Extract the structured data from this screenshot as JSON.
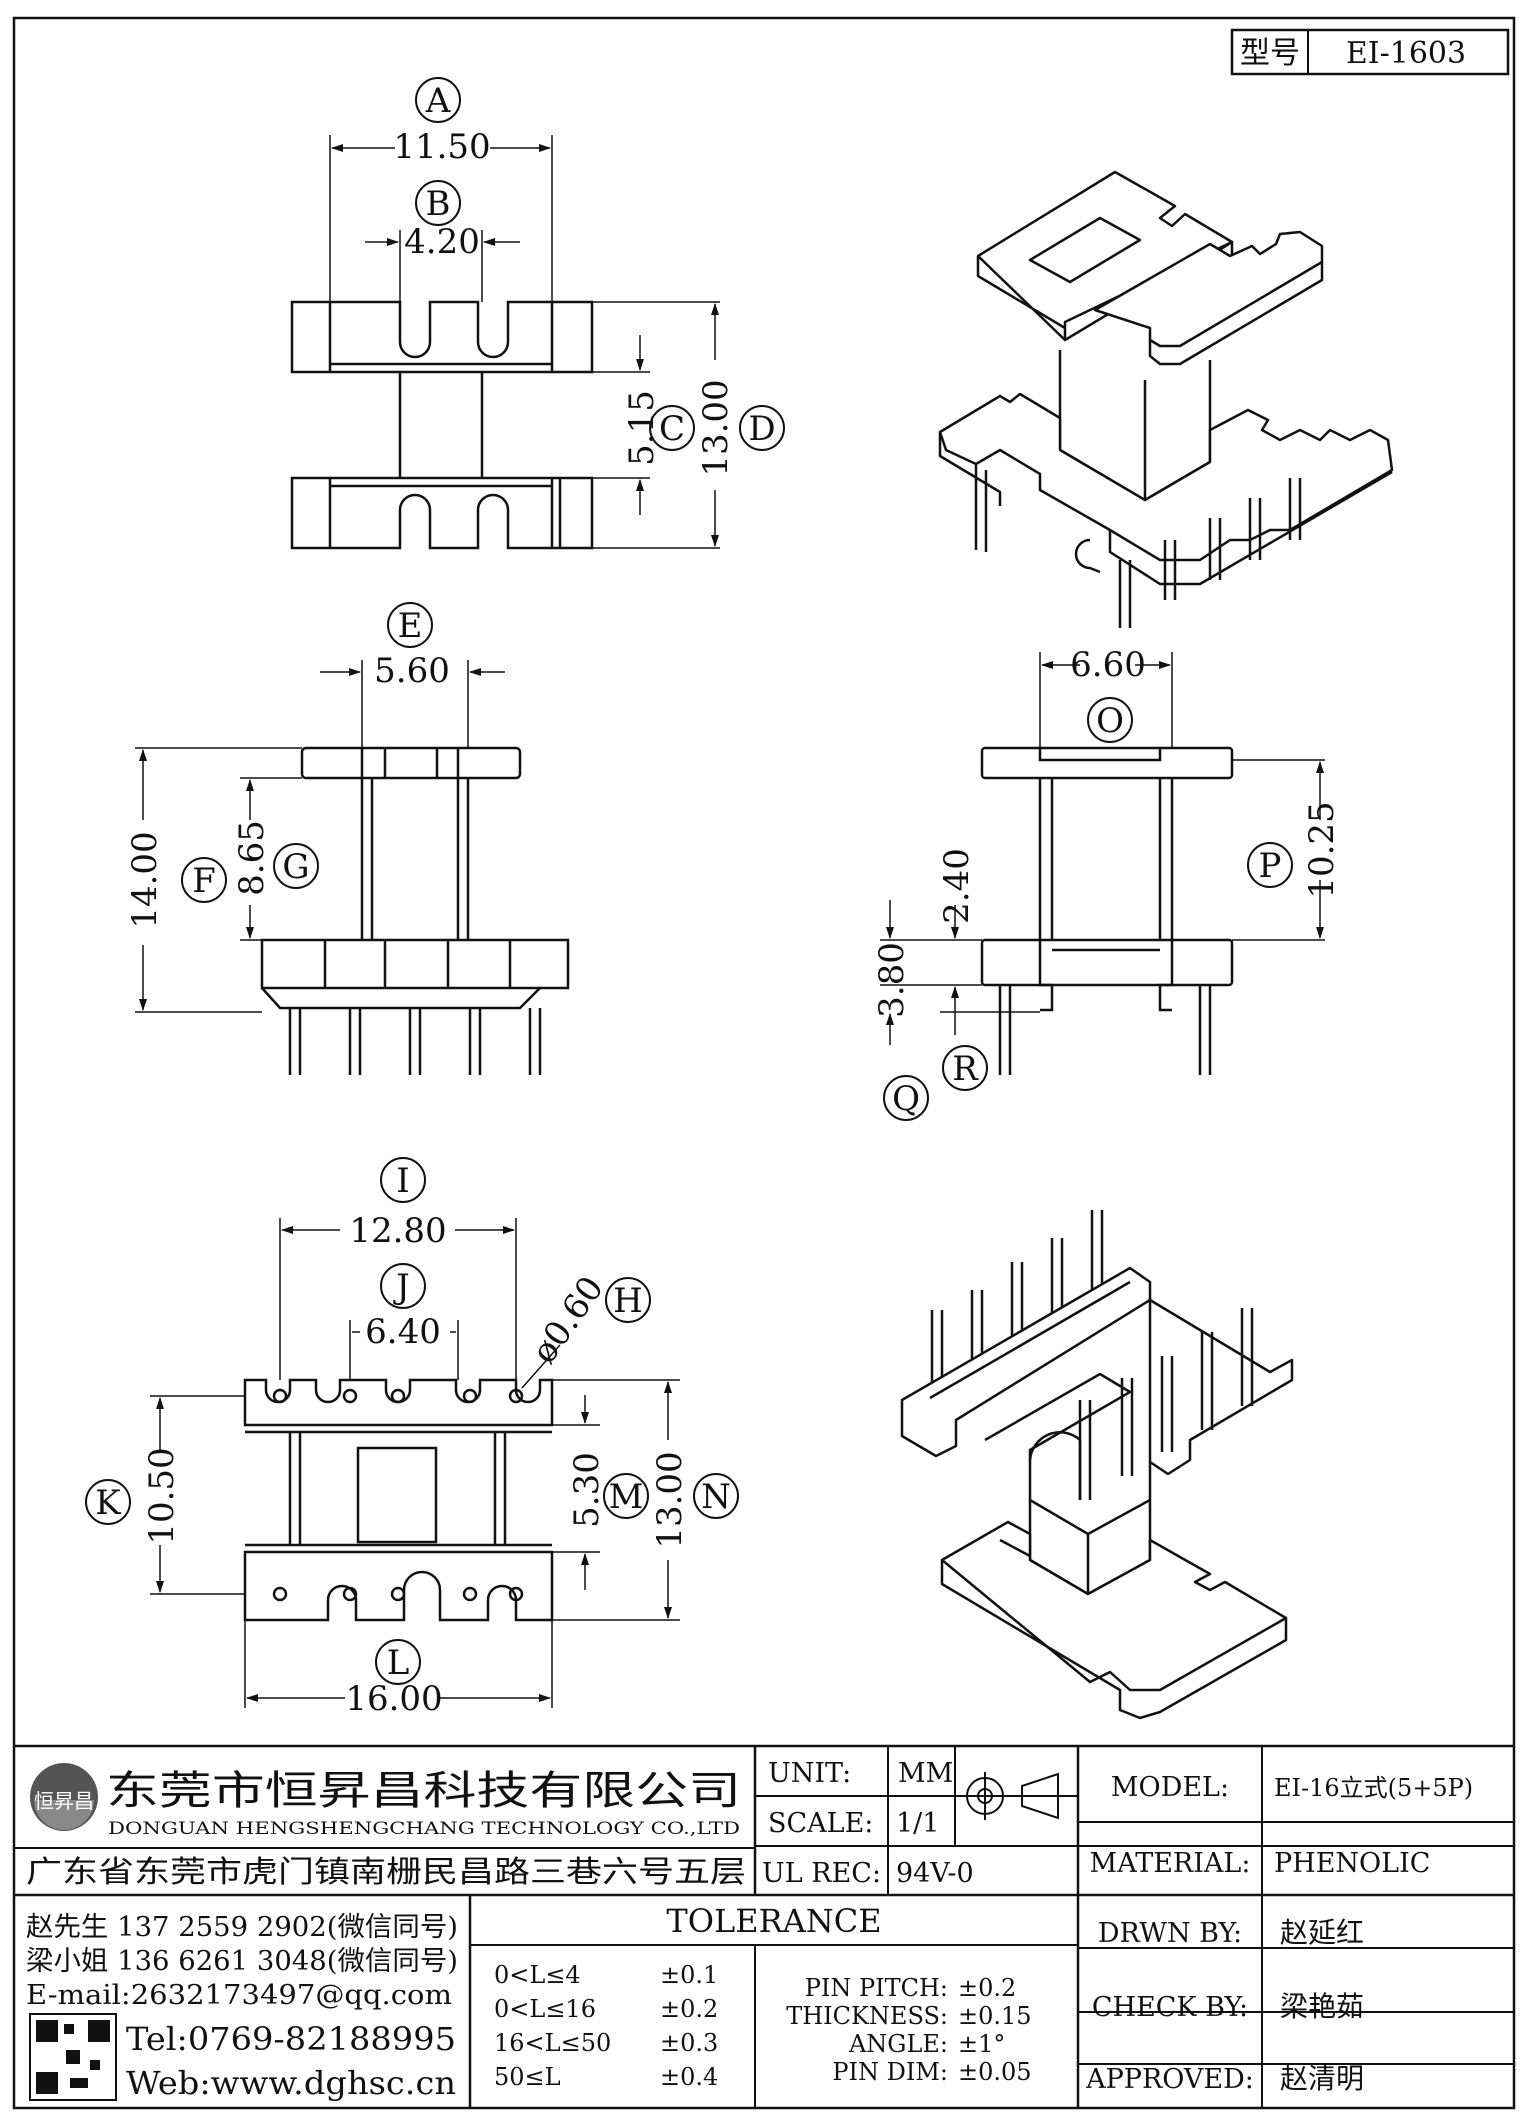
{
  "part_code": {
    "label": "型号",
    "value": "EI-1603"
  },
  "views": {
    "top": {
      "A": {
        "letter": "A",
        "value": "11.50"
      },
      "B": {
        "letter": "B",
        "value": "4.20"
      },
      "C": {
        "letter": "C",
        "value": "5.15"
      },
      "D": {
        "letter": "D",
        "value": "13.00"
      }
    },
    "front": {
      "E": {
        "letter": "E",
        "value": "5.60"
      },
      "F": {
        "letter": "F",
        "value": "14.00"
      },
      "G": {
        "letter": "G",
        "value": "8.65"
      }
    },
    "side": {
      "O": {
        "letter": "O",
        "value": "6.60"
      },
      "P": {
        "letter": "P",
        "value": "10.25"
      },
      "Q": {
        "letter": "Q",
        "value": "3.80"
      },
      "R": {
        "letter": "R",
        "value": "2.40"
      }
    },
    "bottom": {
      "I": {
        "letter": "I",
        "value": "12.80"
      },
      "J": {
        "letter": "J",
        "value": "6.40"
      },
      "H": {
        "letter": "H",
        "value": "ø0.60"
      },
      "K": {
        "letter": "K",
        "value": "10.50"
      },
      "M": {
        "letter": "M",
        "value": "5.30"
      },
      "N": {
        "letter": "N",
        "value": "13.00"
      },
      "L": {
        "letter": "L",
        "value": "16.00"
      }
    }
  },
  "company": {
    "name_cn": "东莞市恒昇昌科技有限公司",
    "name_en": "DONGUAN HENGSHENGCHANG TECHNOLOGY CO.,LTD",
    "address": "广东省东莞市虎门镇南栅民昌路三巷六号五层",
    "contact1": "赵先生 137 2559 2902(微信同号)",
    "contact2": "梁小姐 136 6261 3048(微信同号)",
    "email": "E-mail:2632173497@qq.com",
    "tel": "Tel:0769-82188995",
    "web": "Web:www.dghsc.cn",
    "logo_text": "恒昇昌"
  },
  "spec": {
    "unit_label": "UNIT:",
    "unit_value": "MM",
    "scale_label": "SCALE:",
    "scale_value": "1/1",
    "ul_label": "UL REC:",
    "ul_value": "94V-0"
  },
  "tolerance": {
    "title": "TOLERANCE",
    "rows": [
      {
        "range": "0<L≤4",
        "tol": "±0.1"
      },
      {
        "range": "0<L≤16",
        "tol": "±0.2"
      },
      {
        "range": "16<L≤50",
        "tol": "±0.3"
      },
      {
        "range": "50≤L",
        "tol": "±0.4"
      }
    ],
    "right_rows": [
      {
        "label": "PIN PITCH:",
        "tol": "±0.2"
      },
      {
        "label": "THICKNESS:",
        "tol": "±0.15"
      },
      {
        "label": "ANGLE:",
        "tol": "±1°"
      },
      {
        "label": "PIN DIM:",
        "tol": "±0.05"
      }
    ]
  },
  "info": {
    "model_label": "MODEL:",
    "model_value": "EI-16立式(5+5P)",
    "material_label": "MATERIAL:",
    "material_value": "PHENOLIC",
    "drawn_label": "DRWN BY:",
    "drawn_value": "赵延红",
    "check_label": "CHECK BY:",
    "check_value": "梁艳茹",
    "approved_label": "APPROVED:",
    "approved_value": "赵清明"
  }
}
